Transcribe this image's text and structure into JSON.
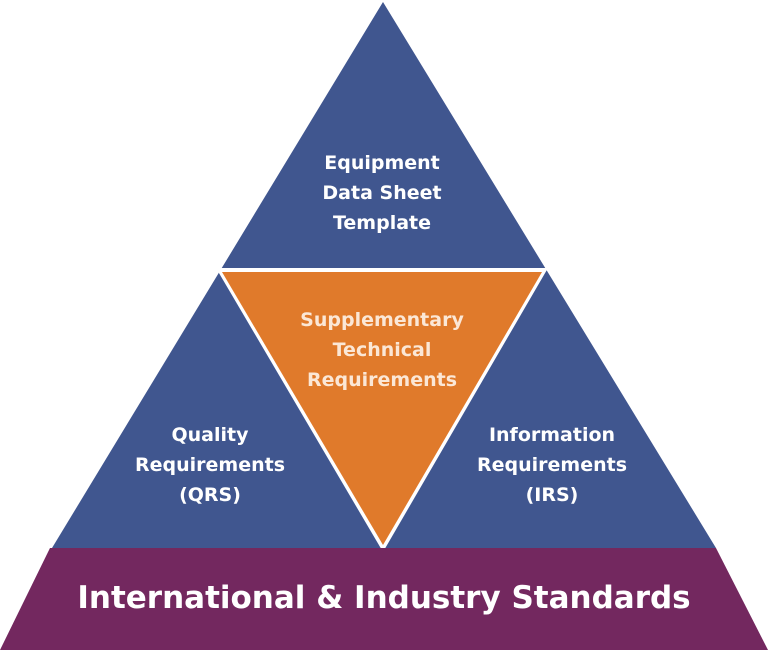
{
  "colors": {
    "blue": "#40568f",
    "orange": "#e07a2b",
    "purple": "#73285f",
    "text": "#ffffff"
  },
  "pyramid": {
    "top": {
      "lines": [
        "Equipment",
        "Data Sheet",
        "Template"
      ]
    },
    "center": {
      "lines": [
        "Supplementary",
        "Technical",
        "Requirements"
      ]
    },
    "left": {
      "lines": [
        "Quality",
        "Requirements",
        "(QRS)"
      ]
    },
    "right": {
      "lines": [
        "Information",
        "Requirements",
        "(IRS)"
      ]
    },
    "base": {
      "label": "International & Industry Standards"
    }
  }
}
